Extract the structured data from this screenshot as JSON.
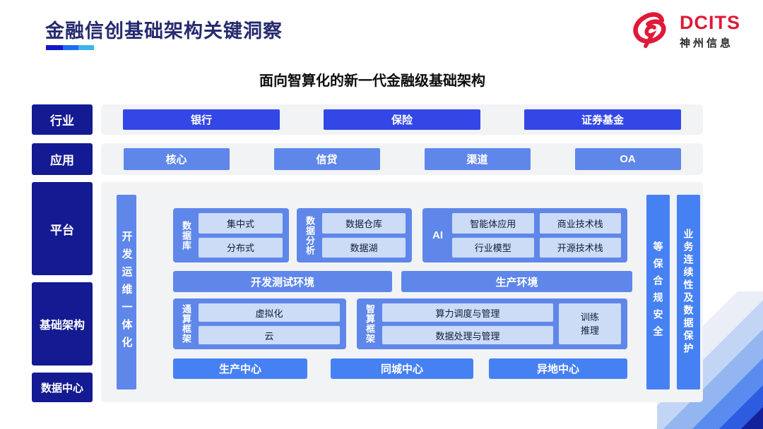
{
  "header": {
    "title": "金融信创基础架构关键洞察",
    "logo": {
      "name": "DCITS",
      "company": "神州信息"
    }
  },
  "diagram": {
    "title": "面向智算化的新一代金融级基础架构",
    "industry": {
      "label": "行业",
      "items": [
        "银行",
        "保险",
        "证券基金"
      ]
    },
    "application": {
      "label": "应用",
      "items": [
        "核心",
        "信贷",
        "渠道",
        "OA"
      ]
    },
    "platform": {
      "label": "平台",
      "database": {
        "label": "数据库",
        "items": [
          "集中式",
          "分布式"
        ]
      },
      "analytics": {
        "label": "数据分析",
        "items": [
          "数据仓库",
          "数据湖"
        ]
      },
      "ai": {
        "label": "AI",
        "items": [
          "智能体应用",
          "商业技术栈",
          "行业模型",
          "开源技术栈"
        ]
      },
      "environments": [
        "开发测试环境",
        "生产环境"
      ]
    },
    "infrastructure": {
      "label": "基础架构",
      "general_compute": {
        "label": "通算框架",
        "items": [
          "虚拟化",
          "云"
        ]
      },
      "ai_compute": {
        "label": "智算框架",
        "items": [
          "算力调度与管理",
          "数据处理与管理"
        ],
        "aside": "训练推理"
      }
    },
    "datacenter": {
      "label": "数据中心",
      "items": [
        "生产中心",
        "同城中心",
        "异地中心"
      ]
    },
    "pillars": {
      "devops": "开发运维一体化",
      "security": "等保合规安全",
      "continuity": "业务连续性及数据保护"
    }
  },
  "colors": {
    "navy_label": "#141a91",
    "title_navy": "#262a6e",
    "strong_blue": "#3347e6",
    "medium_blue": "#5f87ea",
    "bright_blue": "#4681f4",
    "light_box": "#ccdbf6",
    "panel_gray": "#f2f3f5",
    "brand_red": "#e01937"
  }
}
